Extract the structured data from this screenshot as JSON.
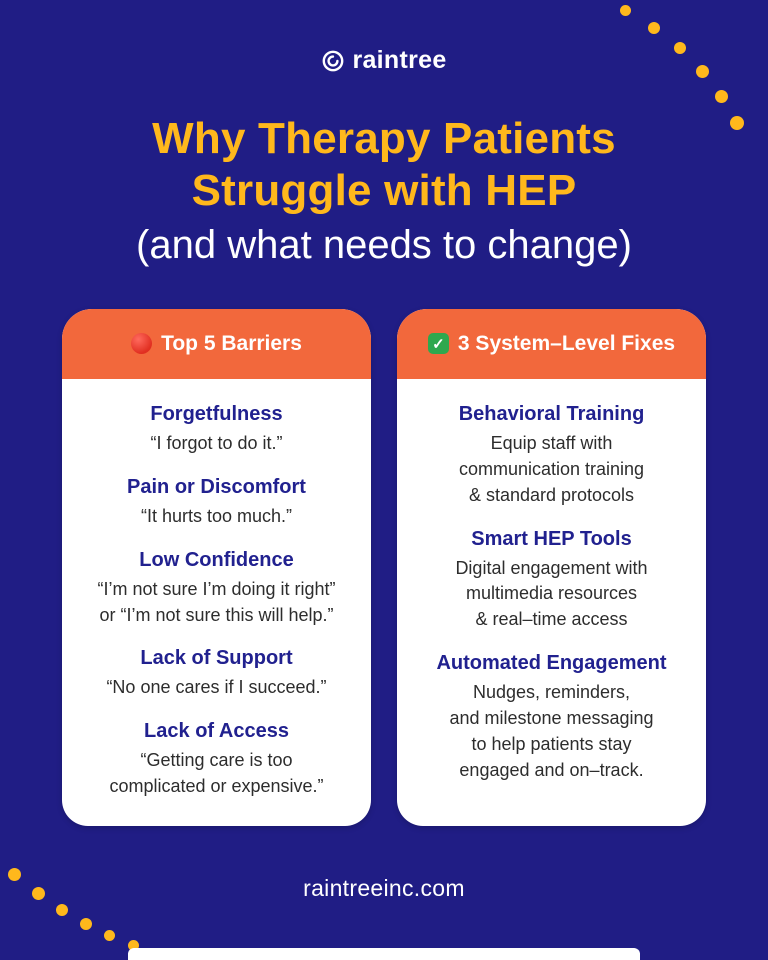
{
  "page": {
    "footer": "raintreeinc.com",
    "colors": {
      "background_navy": "#201D85",
      "accent_yellow": "#FFB81C",
      "header_orange": "#F2683C",
      "heading_navy": "#21218F",
      "card_white": "#FFFFFF"
    }
  },
  "logo": {
    "text": "raintree"
  },
  "title": {
    "line1": "Why Therapy Patients",
    "line2": "Struggle with HEP",
    "subtitle": "(and what needs to change)"
  },
  "cards": [
    {
      "header": "Top 5 Barriers",
      "icon": "red-circle-icon",
      "items": [
        {
          "heading": "Forgetfulness",
          "body": "“I forgot to do it.”"
        },
        {
          "heading": "Pain or Discomfort",
          "body": "“It hurts too much.”"
        },
        {
          "heading": "Low Confidence",
          "body": "“I’m not sure I’m doing it right”\nor “I’m not sure this will help.”"
        },
        {
          "heading": "Lack of Support",
          "body": "“No one cares if I succeed.”"
        },
        {
          "heading": "Lack of Access",
          "body": "“Getting care is too\ncomplicated or expensive.”"
        }
      ]
    },
    {
      "header": "3 System–Level Fixes",
      "icon": "green-check-icon",
      "items": [
        {
          "heading": "Behavioral Training",
          "body": "Equip staff with\ncommunication training\n& standard protocols"
        },
        {
          "heading": "Smart HEP Tools",
          "body": "Digital engagement with\nmultimedia resources\n& real–time access"
        },
        {
          "heading": "Automated Engagement",
          "body": "Nudges, reminders,\nand milestone messaging\nto help patients stay\nengaged and on–track."
        }
      ]
    }
  ]
}
